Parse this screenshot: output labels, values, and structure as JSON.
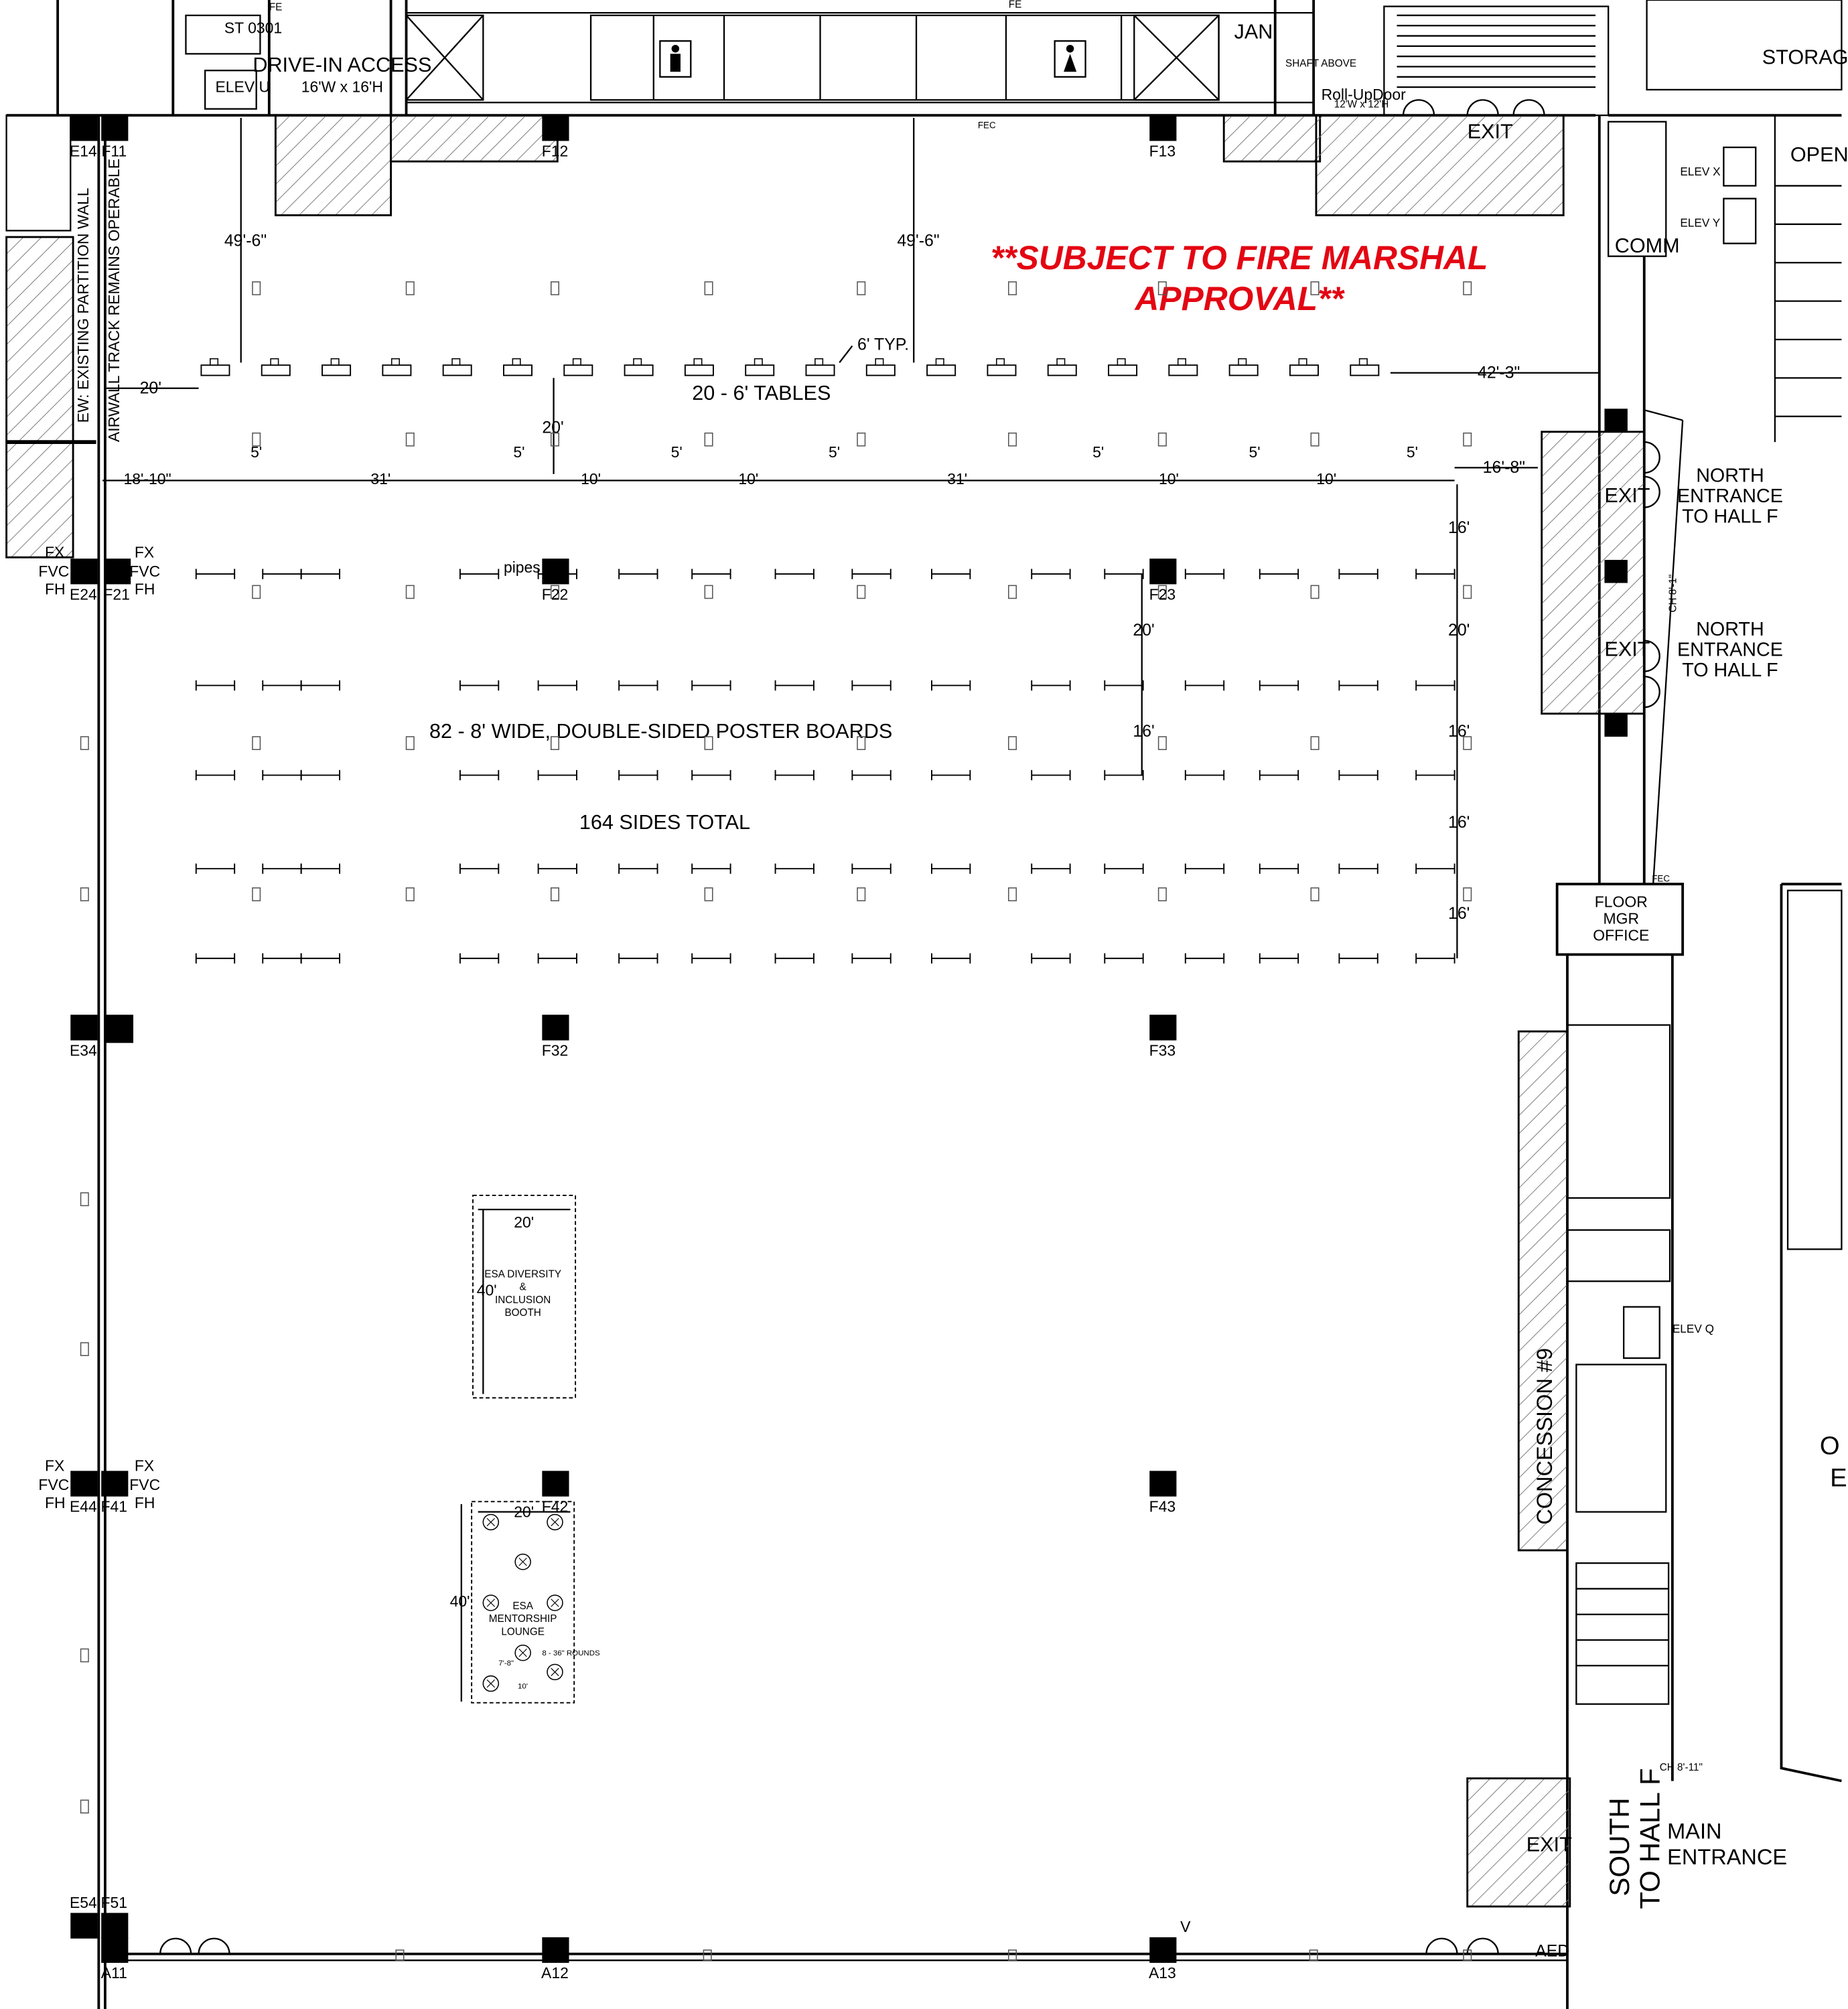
{
  "warning": "**SUBJECT TO FIRE MARSHAL APPROVAL**",
  "rooms": {
    "stair": "ST 0301",
    "elev_u": "ELEV U",
    "drive_in_title": "DRIVE-IN ACCESS",
    "drive_in_size": "16'W x 16'H",
    "jan": "JAN",
    "shaft": "SHAFT ABOVE",
    "rollup_title": "Roll-UpDoor",
    "rollup_size": "12'W x 12'H",
    "storage": "STORAGE",
    "open": "OPEN T",
    "comm": "COMM",
    "elev_x": "ELEV X",
    "elev_y": "ELEV Y",
    "elev_q": "ELEV Q",
    "floor_mgr": [
      "FLOOR",
      "MGR",
      "OFFICE"
    ],
    "concession": "CONCESSION #9",
    "aed": "AED",
    "ch_1": "CH 8'-1\"",
    "ch_2": "CH 8'-11\""
  },
  "walls": {
    "existing_partition": "EW: EXISTING PARTITION WALL",
    "airwall": "AIRWALL TRACK REMAINS OPERABLE"
  },
  "entrances": {
    "north_1": [
      "NORTH",
      "ENTRANCE",
      "TO HALL F"
    ],
    "north_2": [
      "NORTH",
      "ENTRANCE",
      "TO HALL F"
    ],
    "south": [
      "SOUTH",
      "TO HALL F"
    ],
    "main": [
      "MAIN",
      "ENTRANCE"
    ],
    "exit": "EXIT"
  },
  "layout_labels": {
    "tables": "20 - 6' TABLES",
    "typ": "6' TYP.",
    "posters": "82 - 8' WIDE, DOUBLE-SIDED POSTER BOARDS",
    "sides": "164 SIDES TOTAL",
    "pipes": "pipes",
    "rounds": "8 - 36\" ROUNDS"
  },
  "booths": {
    "diversity": [
      "ESA DIVERSITY",
      "&",
      "INCLUSION",
      "BOOTH"
    ],
    "mentorship": [
      "ESA",
      "MENTORSHIP",
      "LOUNGE"
    ]
  },
  "dimensions": {
    "top_left": "49'-6\"",
    "top_mid": "49'-6\"",
    "left_20": "20'",
    "right_42": "42'-3\"",
    "gap_20": "20'",
    "row": [
      "18'-10\"",
      "5'",
      "31'",
      "5'",
      "10'",
      "5'",
      "10'",
      "5'",
      "31'",
      "5'",
      "10'",
      "5'",
      "10'",
      "5'"
    ],
    "right_16_8": "16'-8\"",
    "v16": "16'",
    "v20": "20'",
    "booth_w": "20'",
    "booth_h": "40'",
    "rounds_a": "7'-8\"",
    "rounds_b": "10'"
  },
  "fire": {
    "fx": "FX",
    "fvc": "FVC",
    "fh": "FH",
    "fec": "FEC",
    "fe": "FE",
    "v": "V"
  },
  "columns": [
    "E14",
    "F11",
    "F12",
    "F13",
    "E24",
    "F21",
    "F22",
    "F23",
    "E34",
    "F32",
    "F33",
    "E44",
    "F41",
    "F42",
    "F43",
    "E54",
    "F51",
    "A11",
    "A12",
    "A13"
  ]
}
